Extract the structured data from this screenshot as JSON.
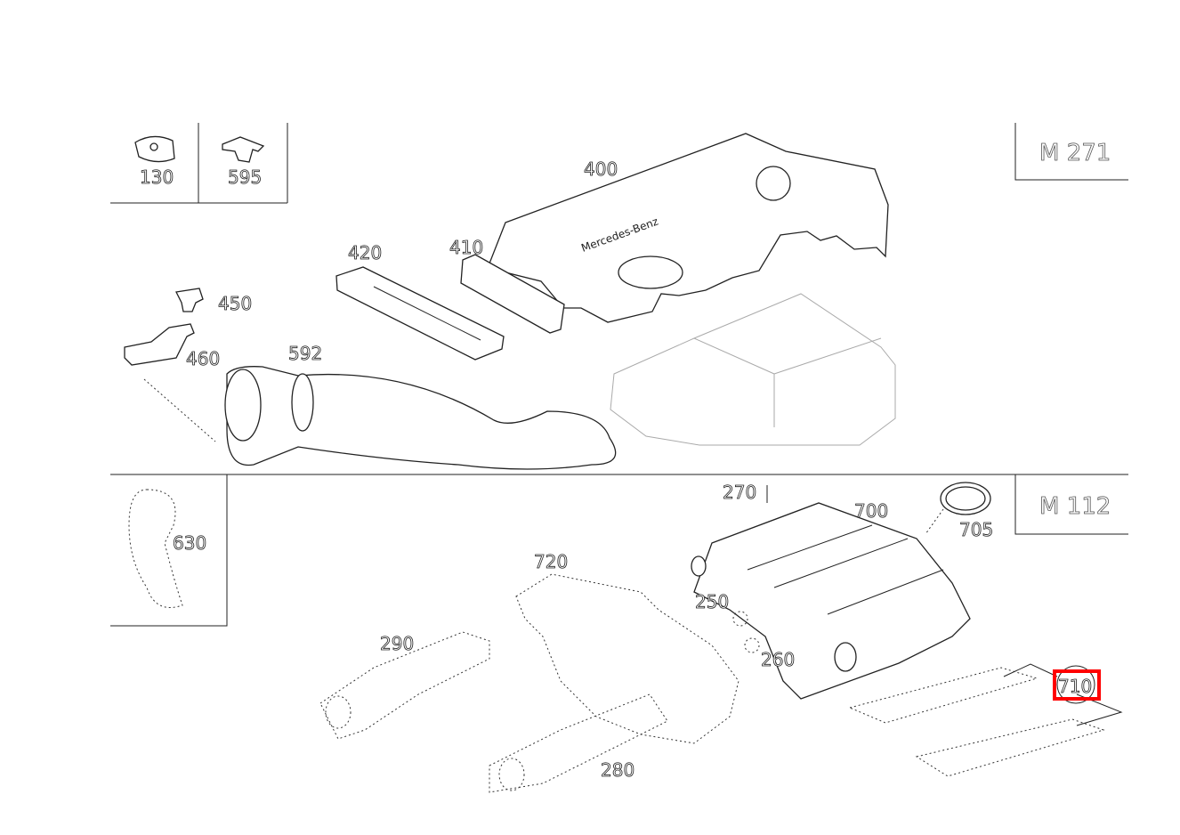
{
  "engines": {
    "top": "M 271",
    "bottom": "M 112"
  },
  "highlight_color": "#ff0000",
  "part_numbers": {
    "p130": "130",
    "p595": "595",
    "p400": "400",
    "p420": "420",
    "p410": "410",
    "p450": "450",
    "p460": "460",
    "p592": "592",
    "p270": "270",
    "p700": "700",
    "p705": "705",
    "p630": "630",
    "p720": "720",
    "p250": "250",
    "p290": "290",
    "p260": "260",
    "p710": "710",
    "p280": "280"
  }
}
